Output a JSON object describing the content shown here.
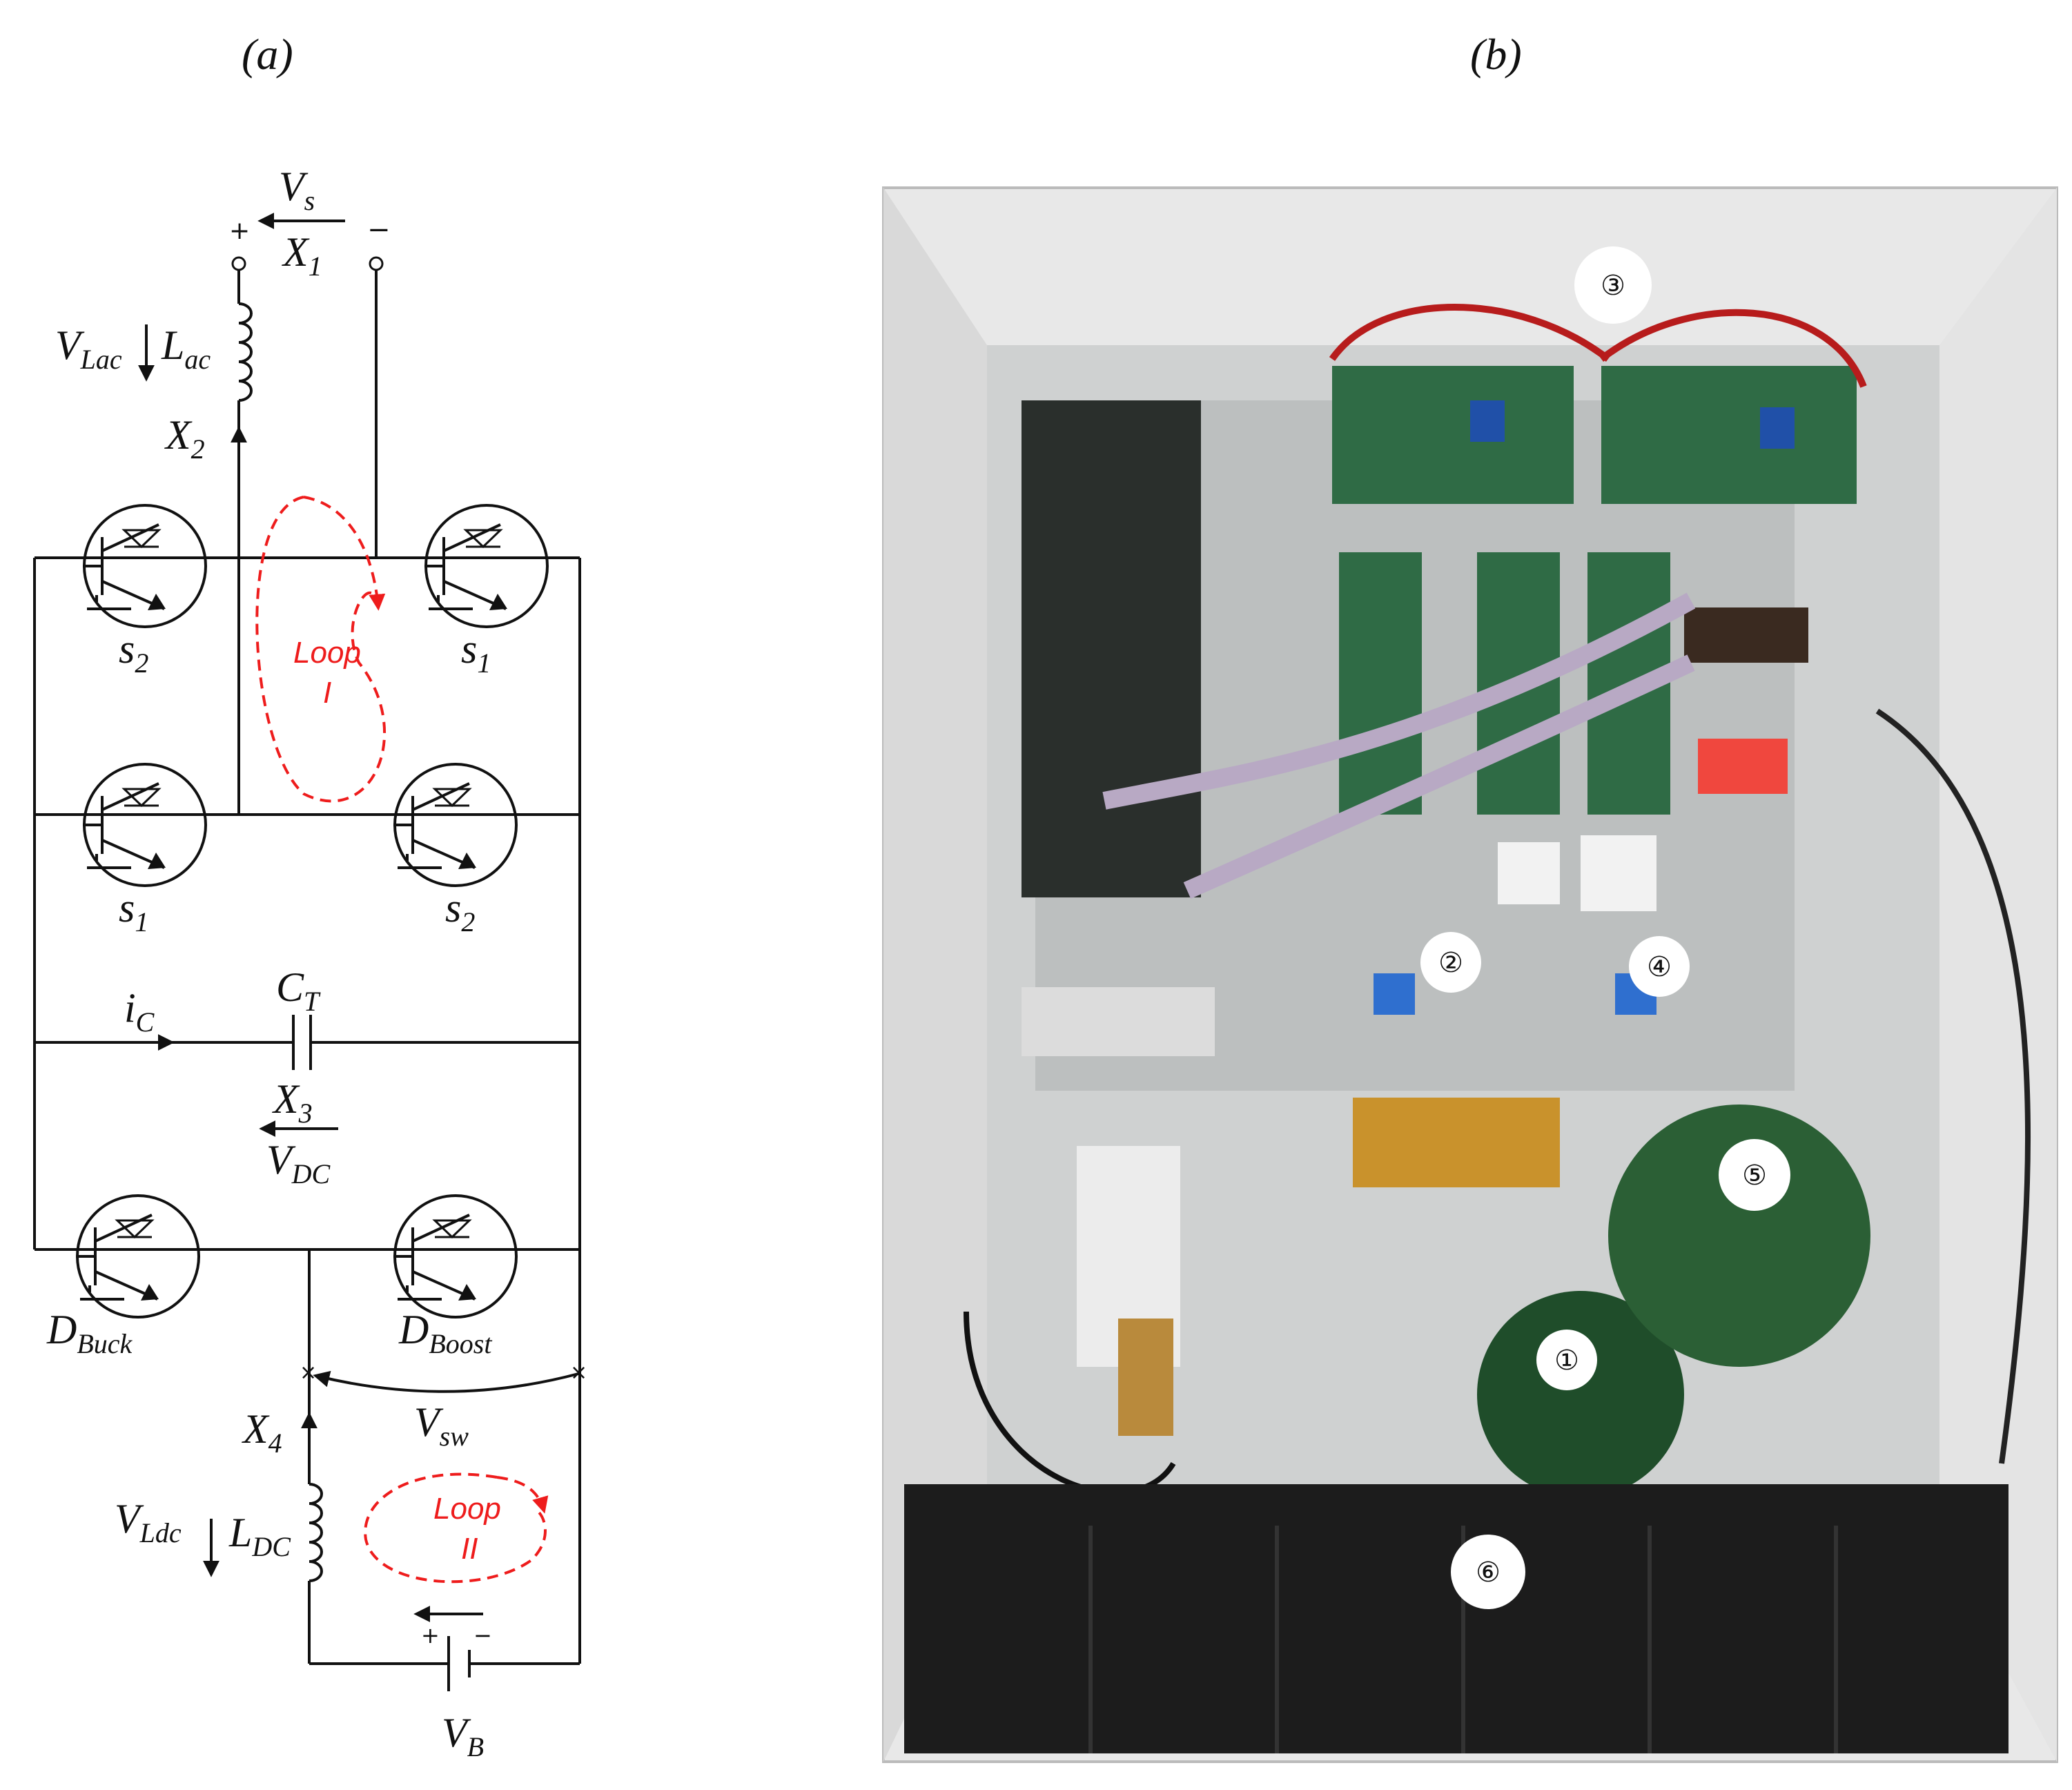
{
  "panel_a": {
    "label": "(a)",
    "source": {
      "voltage": "V",
      "voltage_sub": "s",
      "plus": "+",
      "minus": "−",
      "node": "X",
      "node_sub": "1"
    },
    "inductor_ac": {
      "v": "V",
      "v_sub": "Lac",
      "l": "L",
      "l_sub": "ac"
    },
    "node_x2": {
      "main": "X",
      "sub": "2"
    },
    "switches": [
      {
        "main": "s",
        "sub": "2"
      },
      {
        "main": "s",
        "sub": "1"
      },
      {
        "main": "s",
        "sub": "1"
      },
      {
        "main": "s",
        "sub": "2"
      }
    ],
    "loop1": {
      "line1": "Loop",
      "line2": "I"
    },
    "capacitor": {
      "i": "i",
      "i_sub": "C",
      "c": "C",
      "c_sub": "T",
      "x": "X",
      "x_sub": "3",
      "v": "V",
      "v_sub": "DC"
    },
    "diodes": [
      {
        "main": "D",
        "sub": "Buck"
      },
      {
        "main": "D",
        "sub": "Boost"
      }
    ],
    "node_x4": {
      "main": "X",
      "sub": "4"
    },
    "v_sw": {
      "main": "V",
      "sub": "sw"
    },
    "inductor_dc": {
      "v": "V",
      "v_sub": "Ldc",
      "l": "L",
      "l_sub": "DC"
    },
    "loop2": {
      "line1": "Loop",
      "line2": "II"
    },
    "battery": {
      "main": "V",
      "sub": "B",
      "plus": "+",
      "minus": "−"
    }
  },
  "panel_b": {
    "label": "(b)",
    "markers": [
      "①",
      "②",
      "③",
      "④",
      "⑤",
      "⑥"
    ]
  },
  "colors": {
    "loop": "#ee1c1c",
    "pcb": "#2f6b45",
    "cabinet": "#e6e6e6",
    "battery": "#1c1c1c"
  }
}
